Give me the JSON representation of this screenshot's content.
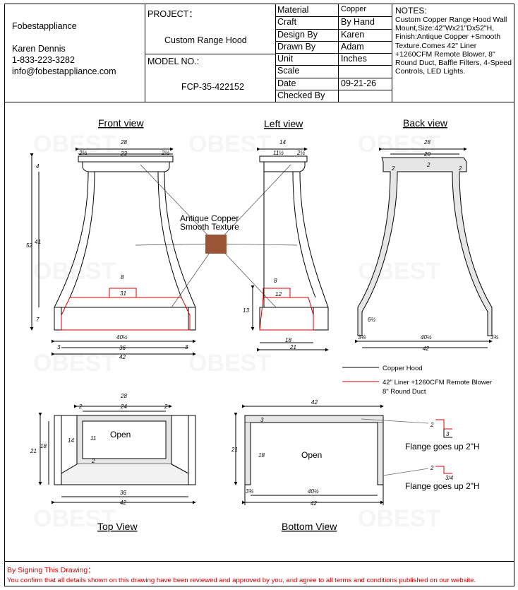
{
  "company": {
    "name": "Fobestappliance",
    "contact_name": "Karen Dennis",
    "phone": "1-833-223-3282",
    "email": "info@fobestappliance.com"
  },
  "project": {
    "project_label": "PROJECT：",
    "project_value": "Custom Range Hood",
    "model_label": "MODEL NO.:",
    "model_value": "FCP-35-422152"
  },
  "specs": [
    {
      "label": "Material",
      "value": "Copper"
    },
    {
      "label": "Craft",
      "value": "By Hand"
    },
    {
      "label": "Design By",
      "value": "Karen"
    },
    {
      "label": "Drawn By",
      "value": "Adam"
    },
    {
      "label": "Unit",
      "value": "Inches"
    },
    {
      "label": "Scale",
      "value": ""
    },
    {
      "label": "Date",
      "value": "09-21-26"
    },
    {
      "label": "Checked By",
      "value": ""
    }
  ],
  "notes": {
    "title": "NOTES:",
    "body": "Custom Copper Range Hood Wall Mount,Size:42\"Wx21\"Dx52\"H, Finish:Antique Copper +Smooth Texture.Comes 42\" Liner +1260CFM Remote Blower, 8\" Round Duct, Baffle Filters, 4-Speed Controls, LED Lights."
  },
  "views": {
    "front": "Front view",
    "left": "Left view",
    "back": "Back view",
    "top": "Top View",
    "bottom": "Bottom View"
  },
  "finish_label": {
    "line1": "Antique Copper",
    "line2": "Smooth Texture",
    "swatch_color": "#9a5536"
  },
  "legend": {
    "copper": "Copper Hood",
    "liner_line1": "42\" Liner +1260CFM Remote Blower",
    "liner_line2": "8\" Round Duct"
  },
  "labels": {
    "open": "Open",
    "flange": "Flange goes up 2\"H"
  },
  "dims": {
    "front": {
      "top_width": "28",
      "neck_width": "23",
      "side_gap": "2½",
      "height_total": "52",
      "height_body": "41",
      "collar_h": "4",
      "base_h": "7",
      "duct_w": "8",
      "liner_top": "31",
      "liner_w": "40½",
      "inner_w": "36",
      "side": "3",
      "base_w": "42"
    },
    "left": {
      "top_depth": "14",
      "neck_depth": "11½",
      "side_gap": "2½",
      "duct_w": "8",
      "liner_top": "12",
      "base_h": "13",
      "liner_d": "18",
      "base_d": "21"
    },
    "back": {
      "top_width": "28",
      "neck_width": "20",
      "thickness": "2",
      "leg": "6½",
      "foot": "3¾",
      "inner": "40½",
      "base": "42"
    },
    "top": {
      "top_width": "28",
      "inner_width": "24",
      "rim": "2",
      "depth": "21",
      "inner_depth": "18",
      "side_d": "14",
      "open_d": "11",
      "bottom_inner": "36",
      "bottom_width": "42"
    },
    "bottom": {
      "width": "42",
      "rim": "3",
      "depth": "21",
      "inner_depth": "18",
      "corner": "3¾",
      "inner_w": "40½",
      "outer_w": "42",
      "flange": "2",
      "flange_detail": "3",
      "flange_small": "2",
      "flange_small2": "3/4"
    }
  },
  "colors": {
    "line": "#000000",
    "liner": "#d40000",
    "shade": "#e6e6e6"
  },
  "footer": {
    "title": "By Signing This Drawing：",
    "text": "You confirm that all details shown on this drawing have been reviewed and approved by you, and agree to all terms and conditions published on our website."
  },
  "watermark": "OBEST"
}
